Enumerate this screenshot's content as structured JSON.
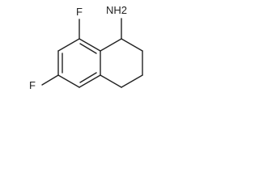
{
  "molecule": {
    "labels": {
      "amine": "NH2",
      "fluorine_top": "F",
      "fluorine_left": "F"
    }
  }
}
